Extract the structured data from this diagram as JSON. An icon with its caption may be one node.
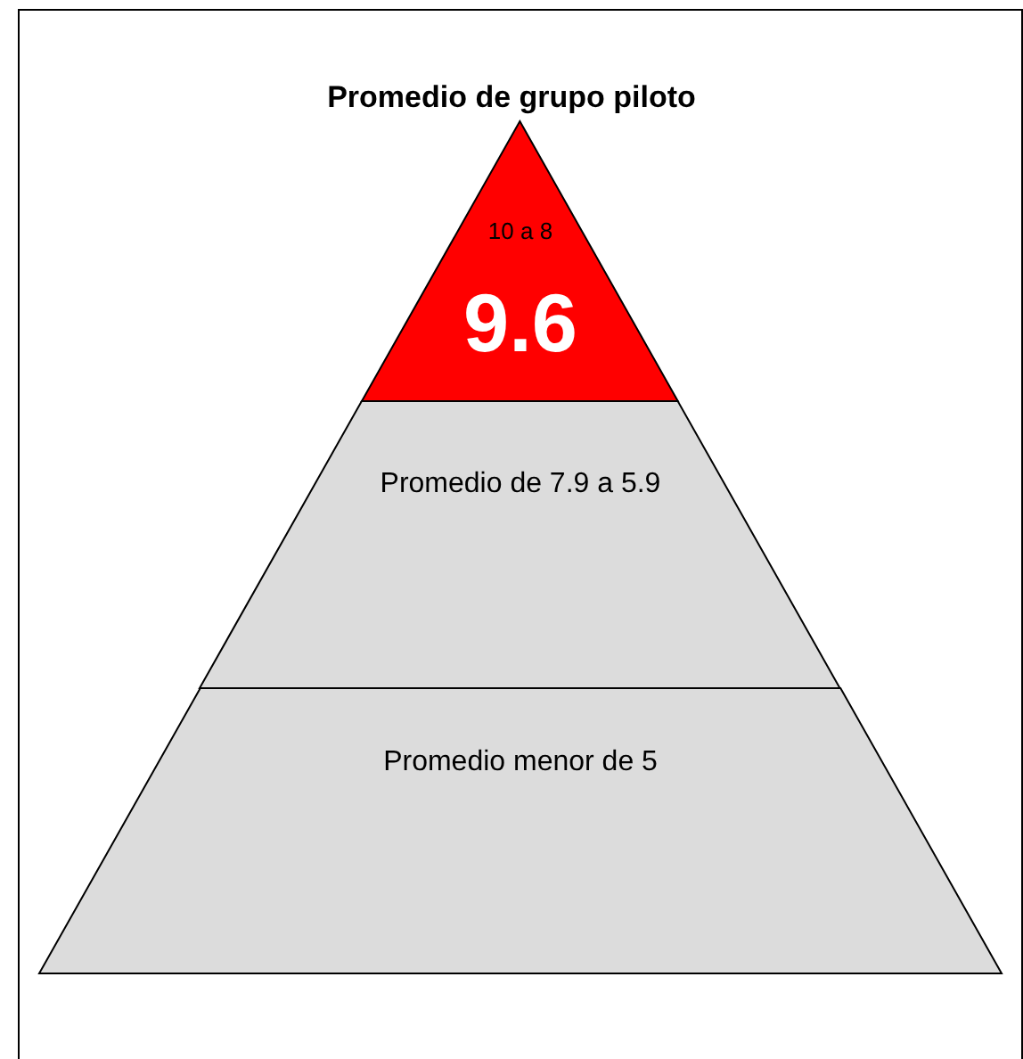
{
  "diagram": {
    "title": "Promedio de grupo piloto",
    "nodes": [
      {
        "text": [
          "10 a 8",
          "9.6"
        ]
      },
      {
        "text": [
          "Promedio de 7.9 a 5.9"
        ]
      },
      {
        "text": [
          "Promedio menor de 5"
        ]
      }
    ]
  }
}
